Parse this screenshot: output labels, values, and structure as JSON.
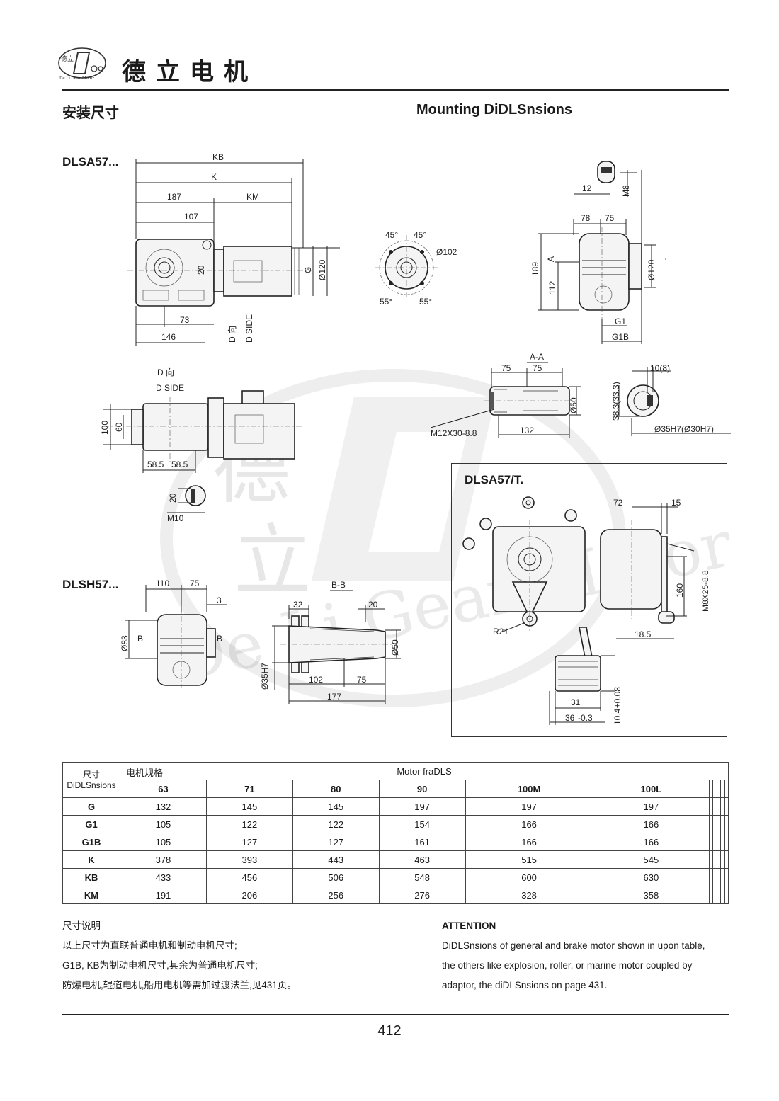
{
  "header": {
    "logo_text": "德立",
    "logo_ring_text": "De Li Gear Motor",
    "brand_name": "德立电机"
  },
  "section": {
    "title_cn": "安装尺寸",
    "title_en": "Mounting DiDLSnsions"
  },
  "watermark": {
    "chars": [
      "德",
      "立"
    ],
    "ring_text": "De Li Gear Motor"
  },
  "drawings": {
    "dlsa57": {
      "model": "DLSA57...",
      "dims": {
        "kb": "KB",
        "k": "K",
        "d187": "187",
        "km": "KM",
        "d107": "107",
        "d20": "20",
        "g": "G",
        "d120": "Ø120",
        "d73": "73",
        "d146": "146",
        "d_dir": "D 向",
        "d_side": "D SIDE",
        "a45l": "45°",
        "a45r": "45°",
        "d102": "Ø102",
        "a55l": "55°",
        "a55r": "55°",
        "d12": "12",
        "m8": "M8",
        "d78": "78",
        "d75": "75",
        "d189": "189",
        "d112": "112",
        "a_left": "A",
        "a_right": "A",
        "d120b": "Ø120",
        "g1": "G1",
        "g1b": "G1B"
      }
    },
    "dside_view": {
      "label_dir": "D 向",
      "label_side": "D SIDE",
      "dims": {
        "d100": "100",
        "d60": "60",
        "d585a": "58.5",
        "d585b": "58.5",
        "d20": "20",
        "m10": "M10"
      }
    },
    "section_aa": {
      "title": "A-A",
      "dims": {
        "d75a": "75",
        "d75b": "75",
        "d50": "Ø50",
        "m12": "M12X30-8.8",
        "d132": "132",
        "d10": "10(8)",
        "d383": "38.3(33.3)",
        "d35": "Ø35H7(Ø30H7)"
      }
    },
    "dlsh57": {
      "model": "DLSH57...",
      "dims": {
        "d110": "110",
        "d75": "75",
        "d3": "3",
        "d83": "Ø83",
        "b_left": "B",
        "b_right": "B"
      }
    },
    "section_bb": {
      "title": "B-B",
      "dims": {
        "d32": "32",
        "d20": "20",
        "d50": "Ø50",
        "d35": "Ø35H7",
        "d102": "102",
        "d75": "75",
        "d177": "177"
      }
    },
    "dlsa57t": {
      "model": "DLSA57/T.",
      "dims": {
        "d72": "72",
        "d15": "15",
        "m8": "M8X25-8.8",
        "d160": "160",
        "r21": "R21",
        "d185": "18.5",
        "d31": "31",
        "d36": "36",
        "d36tol": "-0.3",
        "d104": "10.4",
        "d104tol": "±0.08"
      }
    }
  },
  "table": {
    "corner_cn": "尺寸",
    "corner_en": "DiDLSnsions",
    "motor_cn": "电机规格",
    "motor_en": "Motor fraDLS",
    "columns": [
      "63",
      "71",
      "80",
      "90",
      "100M",
      "100L",
      "",
      "",
      "",
      "",
      ""
    ],
    "rows": [
      {
        "label": "G",
        "values": [
          "132",
          "145",
          "145",
          "197",
          "197",
          "197",
          "",
          "",
          "",
          "",
          ""
        ]
      },
      {
        "label": "G1",
        "values": [
          "105",
          "122",
          "122",
          "154",
          "166",
          "166",
          "",
          "",
          "",
          "",
          ""
        ]
      },
      {
        "label": "G1B",
        "values": [
          "105",
          "127",
          "127",
          "161",
          "166",
          "166",
          "",
          "",
          "",
          "",
          ""
        ]
      },
      {
        "label": "K",
        "values": [
          "378",
          "393",
          "443",
          "463",
          "515",
          "545",
          "",
          "",
          "",
          "",
          ""
        ]
      },
      {
        "label": "KB",
        "values": [
          "433",
          "456",
          "506",
          "548",
          "600",
          "630",
          "",
          "",
          "",
          "",
          ""
        ]
      },
      {
        "label": "KM",
        "values": [
          "191",
          "206",
          "256",
          "276",
          "328",
          "358",
          "",
          "",
          "",
          "",
          ""
        ]
      }
    ]
  },
  "notes_cn": {
    "heading": "尺寸说明",
    "lines": [
      "以上尺寸为直联普通电机和制动电机尺寸;",
      "G1B, KB为制动电机尺寸,其余为普通电机尺寸;",
      "防爆电机,辊道电机,船用电机等需加过渡法兰,见431页。"
    ]
  },
  "notes_en": {
    "heading": "ATTENTION",
    "lines": [
      "DiDLSnsions of general and brake motor shown in upon table,",
      "the others like explosion, roller, or marine motor coupled by",
      "adaptor, the diDLSnsions on page 431."
    ]
  },
  "footer": {
    "page_number": "412"
  }
}
